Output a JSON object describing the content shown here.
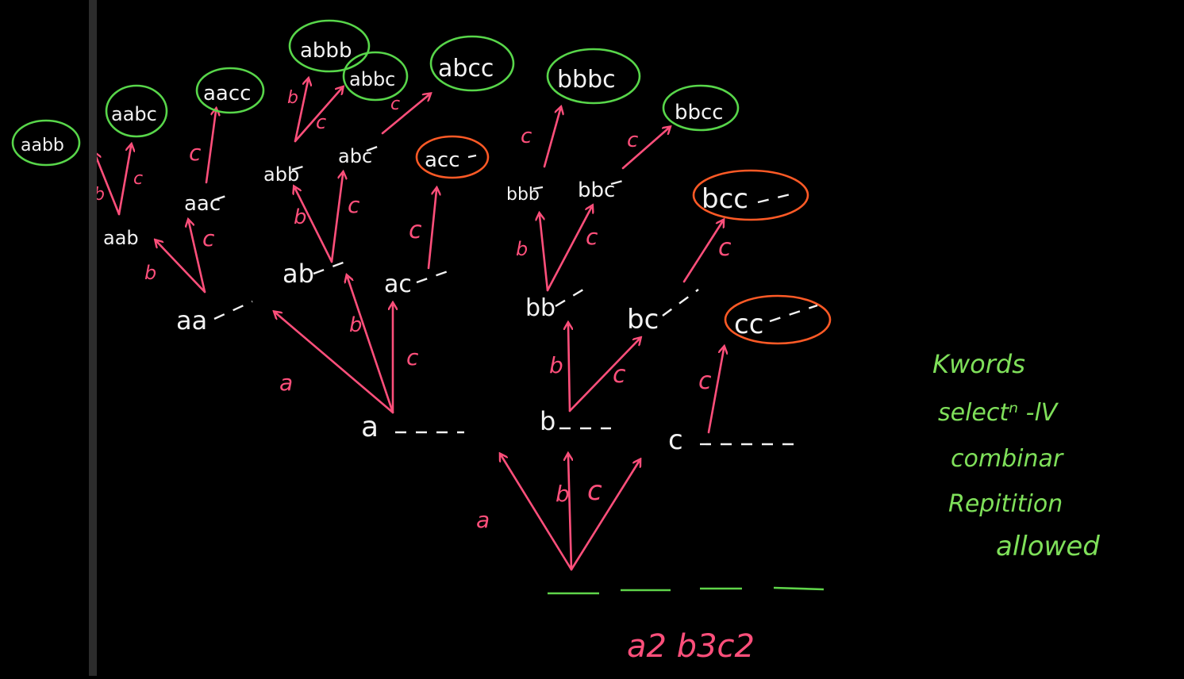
{
  "root": {
    "slots_count": 4,
    "label": "a2 b3c2"
  },
  "level1": [
    {
      "node": "a",
      "edge": "a"
    },
    {
      "node": "b",
      "edge": "b"
    },
    {
      "node": "c",
      "edge": "c"
    }
  ],
  "level2": [
    {
      "node": "aa",
      "edge": "a",
      "parent": "a"
    },
    {
      "node": "ab",
      "edge": "b",
      "parent": "a"
    },
    {
      "node": "ac",
      "edge": "c",
      "parent": "a"
    },
    {
      "node": "bb",
      "edge": "b",
      "parent": "b"
    },
    {
      "node": "bc",
      "edge": "c",
      "parent": "b"
    },
    {
      "node": "cc",
      "edge": "c",
      "parent": "c",
      "terminal": true
    }
  ],
  "level3": [
    {
      "node": "aab",
      "edge": "b",
      "parent": "aa"
    },
    {
      "node": "aac",
      "edge": "c",
      "parent": "aa"
    },
    {
      "node": "abb",
      "edge": "b",
      "parent": "ab"
    },
    {
      "node": "abc",
      "edge": "c",
      "parent": "ab"
    },
    {
      "node": "acc",
      "edge": "c",
      "parent": "ac",
      "terminal": true
    },
    {
      "node": "bbb",
      "edge": "b",
      "parent": "bb"
    },
    {
      "node": "bbc",
      "edge": "c",
      "parent": "bb"
    },
    {
      "node": "bcc",
      "edge": "c",
      "parent": "bc",
      "terminal": true
    }
  ],
  "level4": [
    {
      "word": "aabb",
      "edge": "b",
      "parent": "aab"
    },
    {
      "word": "aabc",
      "edge": "c",
      "parent": "aab"
    },
    {
      "word": "aacc",
      "edge": "c",
      "parent": "aac"
    },
    {
      "word": "abbb",
      "edge": "b",
      "parent": "abb"
    },
    {
      "word": "abbc",
      "edge": "c",
      "parent": "abb"
    },
    {
      "word": "abcc",
      "edge": "c",
      "parent": "abc"
    },
    {
      "word": "bbbc",
      "edge": "c",
      "parent": "bbb"
    },
    {
      "word": "bbcc",
      "edge": "c",
      "parent": "bbc"
    }
  ],
  "notes": {
    "line1": "Kwords",
    "line2": "selectⁿ -lV",
    "line3": "combinar",
    "line4": "Repitition",
    "line5": "allowed"
  },
  "colors": {
    "background": "#000000",
    "node_text": "#f2f2f2",
    "edge": "#ff4f7b",
    "circle_complete": "#58d64a",
    "circle_terminal": "#ff5a26",
    "notes": "#7fe05a"
  }
}
